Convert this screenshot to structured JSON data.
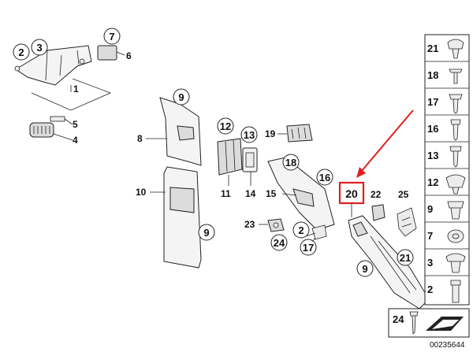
{
  "labels": {
    "l1": "1",
    "l2a": "2",
    "l3": "3",
    "l4": "4",
    "l5": "5",
    "l6": "6",
    "l7a": "7",
    "l8": "8",
    "l9a": "9",
    "l9b": "9",
    "l9c": "9",
    "l10": "10",
    "l11": "11",
    "l12": "12",
    "l13": "13",
    "l14": "14",
    "l15": "15",
    "l16": "16",
    "l17": "17",
    "l18": "18",
    "l19": "19",
    "l20": "20",
    "l2b": "2",
    "l21": "21",
    "l22": "22",
    "l23": "23",
    "l24": "24",
    "l25": "25"
  },
  "sidebar": {
    "items": [
      "21",
      "18",
      "17",
      "16",
      "13",
      "12",
      "9",
      "7",
      "3",
      "2"
    ]
  },
  "footer": {
    "ref_label": "24",
    "catalog_number": "00235644"
  },
  "highlight": {
    "color": "#e02020"
  }
}
